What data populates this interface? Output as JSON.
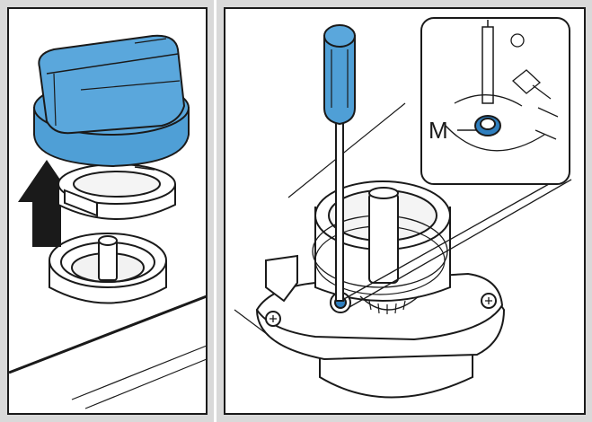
{
  "figure": {
    "panels": [
      {
        "id": "step-remove-knob",
        "icons": [
          "rotary-knob-icon",
          "knob-ring-icon",
          "spindle-base-icon",
          "lift-up-arrow-icon"
        ]
      },
      {
        "id": "step-loosen-screw",
        "icons": [
          "screwdriver-icon",
          "valve-housing-icon",
          "detail-magnifier-icon"
        ]
      }
    ],
    "callout": {
      "label": "M"
    },
    "colors": {
      "accent_blue": "#4f9fd6",
      "accent_blue_dark": "#2f7fbf",
      "panel_bg": "#d9d9d9",
      "outline": "#1a1a1a",
      "part_white": "#ffffff"
    }
  }
}
